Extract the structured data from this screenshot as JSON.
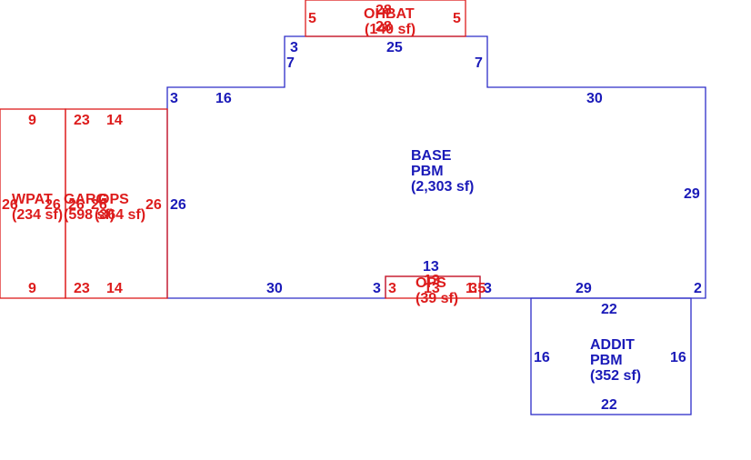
{
  "colors": {
    "main": "#1a1ab8",
    "secondary": "#dd1c1c"
  },
  "areas": {
    "base": {
      "name": "BASE",
      "type": "PBM",
      "area": "(2,303 sf)"
    },
    "addit": {
      "name": "ADDIT",
      "type": "PBM",
      "area": "(352 sf)"
    },
    "ohbat": {
      "name": "OHBAT",
      "area": "(140 sf)"
    },
    "ops_bottom": {
      "name": "OPS",
      "area": "(39 sf)"
    },
    "wpat": {
      "name": "WPAT",
      "area": "(234 sf)"
    },
    "garg": {
      "name": "GARG",
      "area": "(598 sf)"
    },
    "ops_left": {
      "name": "OPS",
      "area": "(364 sf)"
    }
  },
  "dims": {
    "base": {
      "top_a": "3",
      "top_b": "16",
      "step_l_run": "3",
      "step_l_rise": "7",
      "top_c": "25",
      "step_r_rise": "7",
      "top_d": "30",
      "right": "29",
      "left": "26",
      "bottom_a": "30",
      "bottom_b": "3",
      "bottom_c": "13",
      "bottom_d": "3",
      "bottom_e": "29",
      "bottom_f": "2"
    },
    "addit": {
      "top": "22",
      "bottom": "22",
      "left": "16",
      "right": "16"
    },
    "ohbat": {
      "left": "5",
      "right": "5",
      "top": "28",
      "bottom": "28"
    },
    "ops_bottom": {
      "left": "3",
      "right": "3",
      "top": "13",
      "bottom": "13",
      "extra": "1.5"
    },
    "wpat": {
      "top": "9",
      "bottom": "9",
      "left": "26",
      "right": "26"
    },
    "garg": {
      "top": "23",
      "bottom": "23",
      "left": "26",
      "right": "26"
    },
    "ops_left": {
      "top": "14",
      "bottom": "14",
      "right": "26"
    }
  }
}
